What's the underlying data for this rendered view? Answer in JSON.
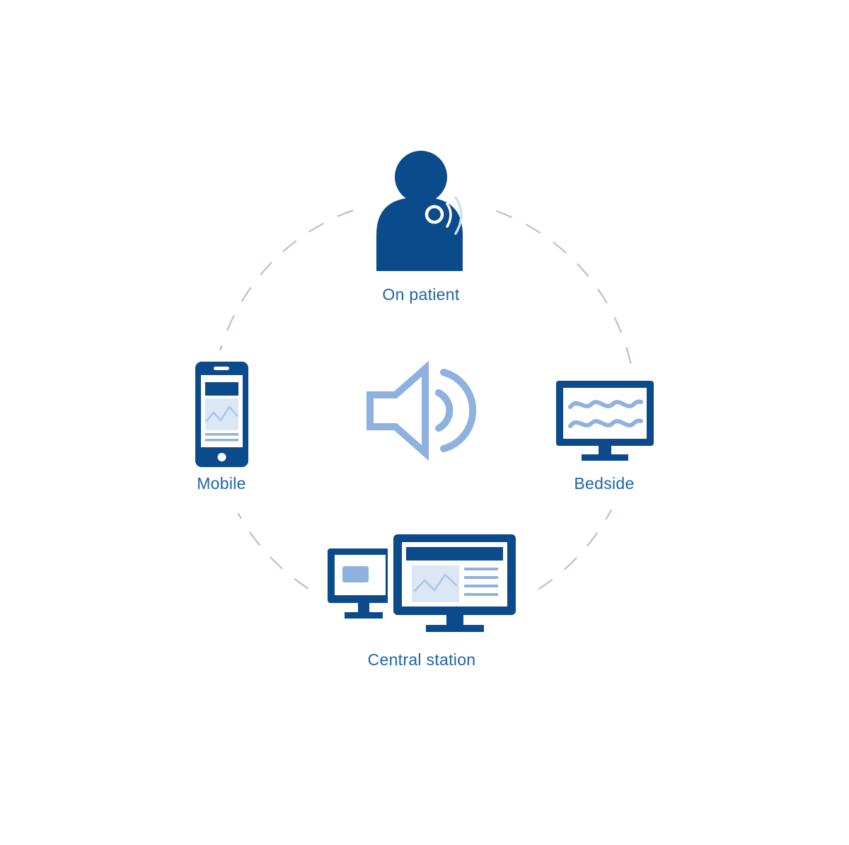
{
  "colors": {
    "dark_blue": "#0b4a8b",
    "light_blue": "#8eb1e0",
    "label_blue": "#1c64ab",
    "circle_stroke": "#b5c0d6"
  },
  "nodes": {
    "on_patient": {
      "label": "On patient",
      "icon": "patient-with-wearable-sensor-icon"
    },
    "bedside": {
      "label": "Bedside",
      "icon": "bedside-monitor-icon"
    },
    "central_station": {
      "label": "Central station",
      "icon": "central-station-workstation-icon"
    },
    "mobile": {
      "label": "Mobile",
      "icon": "mobile-phone-icon"
    }
  },
  "center": {
    "icon": "speaker-alarm-icon"
  }
}
